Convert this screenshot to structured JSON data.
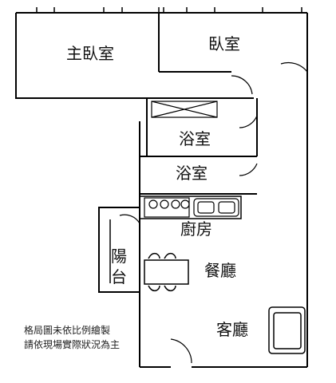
{
  "rooms": {
    "master_bedroom": "主臥室",
    "bedroom": "臥室",
    "bathroom_1": "浴室",
    "bathroom_2": "浴室",
    "kitchen": "廚房",
    "balcony_line1": "陽",
    "balcony_line2": "台",
    "dining": "餐廳",
    "living": "客廳"
  },
  "note": {
    "line1": "格局圖未依比例繪製",
    "line2": "請依現場實際狀況為主"
  }
}
